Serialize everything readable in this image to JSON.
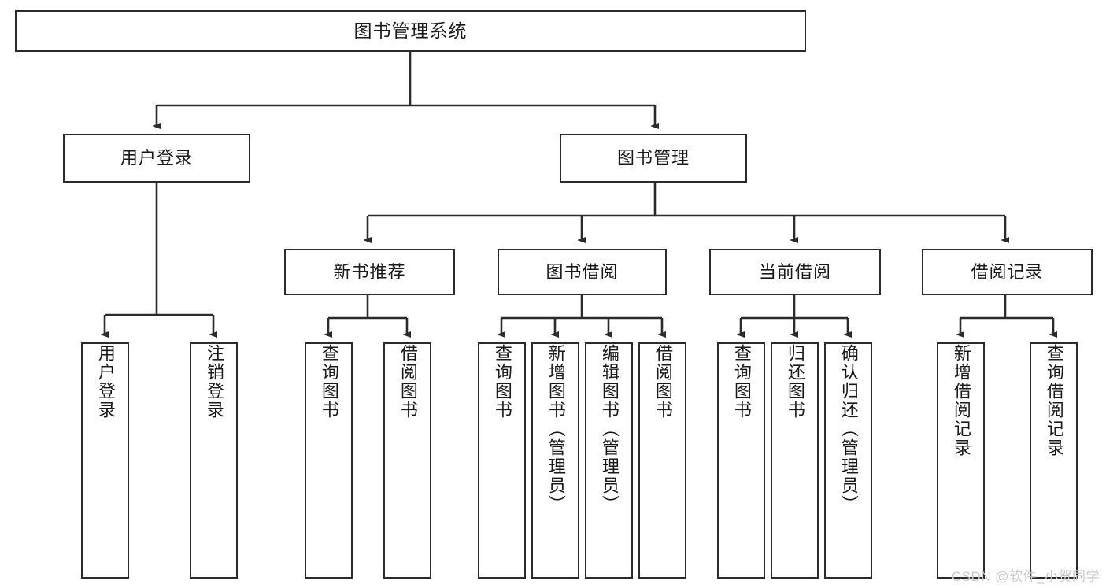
{
  "diagram": {
    "title": "图书管理系统",
    "watermark": "CSDN @软件_小贺同学",
    "line_color": "#2b2b2b",
    "box_fill": "#ffffff",
    "text_color": "#1a1a1a",
    "watermark_color": "#c9c9c9"
  },
  "nodes": {
    "root": {
      "label": "图书管理系统"
    },
    "level1": [
      {
        "label": "用户登录"
      },
      {
        "label": "图书管理"
      }
    ],
    "level2": [
      {
        "label": "新书推荐"
      },
      {
        "label": "图书借阅"
      },
      {
        "label": "当前借阅"
      },
      {
        "label": "借阅记录"
      }
    ],
    "leaves": {
      "user_login": [
        {
          "label": "用户登录"
        },
        {
          "label": "注销登录"
        }
      ],
      "new_book": [
        {
          "label": "查询图书"
        },
        {
          "label": "借阅图书"
        }
      ],
      "book_borrow": [
        {
          "label": "查询图书"
        },
        {
          "label": "新增图书（管理员）"
        },
        {
          "label": "编辑图书（管理员）"
        },
        {
          "label": "借阅图书"
        }
      ],
      "current_borrow": [
        {
          "label": "查询图书"
        },
        {
          "label": "归还图书"
        },
        {
          "label": "确认归还（管理员）"
        }
      ],
      "borrow_record": [
        {
          "label": "新增借阅记录"
        },
        {
          "label": "查询借阅记录"
        }
      ]
    }
  }
}
